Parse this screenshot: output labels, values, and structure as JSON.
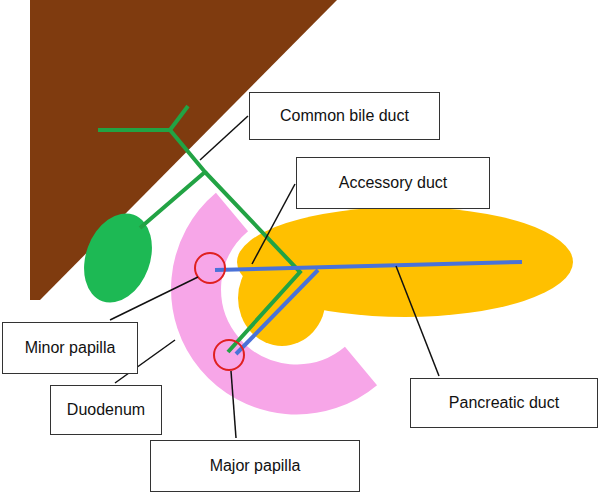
{
  "diagram": {
    "nodes": [
      {
        "text": [
          "Common bile duct"
        ]
      },
      {
        "text": [
          "Accessory duct"
        ]
      },
      {
        "text": [
          "Minor papilla"
        ]
      },
      {
        "text": [
          "Pancreatic duct"
        ]
      },
      {
        "text": [
          "Duodenum"
        ]
      },
      {
        "text": [
          "Major papilla"
        ]
      }
    ]
  }
}
